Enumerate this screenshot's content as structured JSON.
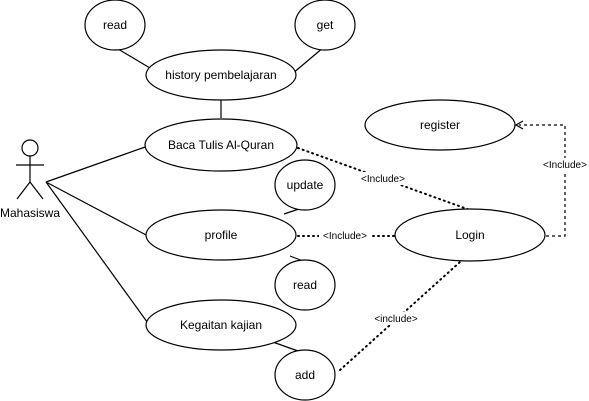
{
  "actor": {
    "name": "Mahasiswa"
  },
  "use_cases": {
    "read_top": "read",
    "get": "get",
    "history": "history pembelajaran",
    "baca": "Baca Tulis Al-Quran",
    "update": "update",
    "profile": "profile",
    "read_bottom": "read",
    "kegiatan": "Kegaitan kajian",
    "add": "add",
    "register": "register",
    "login": "Login"
  },
  "relations": {
    "baca_login": "<Include>",
    "profile_login": "<Include>",
    "add_login": "<include>",
    "login_register": "<Include>"
  }
}
